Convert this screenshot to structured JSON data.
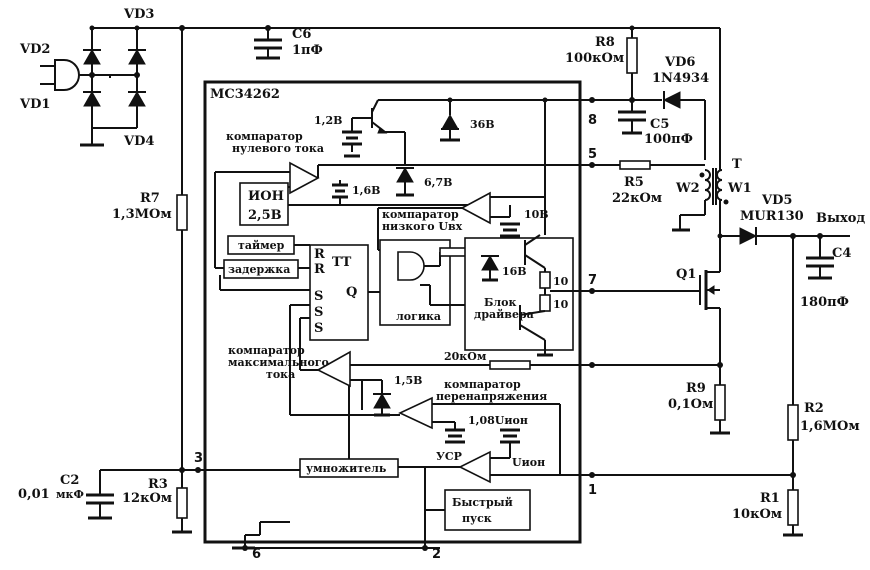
{
  "ic": {
    "name": "MC34262"
  },
  "pins": {
    "p1": "1",
    "p2": "2",
    "p3": "3",
    "p5": "5",
    "p6": "6",
    "p7": "7",
    "p8": "8"
  },
  "components": {
    "vd1": "VD1",
    "vd2": "VD2",
    "vd3": "VD3",
    "vd4": "VD4",
    "c6": "C6",
    "c6_val": "1пФ",
    "r8": "R8",
    "r8_val": "100кОм",
    "vd6": "VD6",
    "vd6_val": "1N4934",
    "c5": "C5",
    "c5_val": "100пФ",
    "r5": "R5",
    "r5_val": "22кОм",
    "t": "T",
    "w1": "W1",
    "w2": "W2",
    "vd5": "VD5",
    "vd5_val": "MUR130",
    "out": "Выход",
    "c4": "C4",
    "c4_val": "180пФ",
    "q1": "Q1",
    "r9": "R9",
    "r9_val": "0,1Ом",
    "r2": "R2",
    "r2_val": "1,6МОм",
    "r1": "R1",
    "r1_val": "10кОм",
    "r7": "R7",
    "r7_val": "1,3МОм",
    "r3": "R3",
    "r3_val": "12кОм",
    "c2": "C2",
    "c2_val1": "0,01",
    "c2_val2": "мкФ"
  },
  "internal": {
    "v12": "1,2В",
    "v36": "36В",
    "v67": "6,7В",
    "v16a": "1,6В",
    "v10": "10В",
    "v16b": "16В",
    "v15": "1,5В",
    "comp_zero_1": "компаратор",
    "comp_zero_2": "нулевого тока",
    "comp_low_1": "компаратор",
    "comp_low_2": "низкого Uвх",
    "comp_max_1": "компаратор",
    "comp_max_2": "максимального",
    "comp_max_3": "тока",
    "comp_ov_1": "компаратор",
    "comp_ov_2": "перенапряжения",
    "ion_1": "ИОН",
    "ion_2": "2,5В",
    "timer": "таймер",
    "delay": "задержка",
    "tt": "ТТ",
    "r_a": "R",
    "r_b": "R",
    "q": "Q",
    "s_a": "S",
    "s_b": "S",
    "s_c": "S",
    "logic": "логика",
    "driver_1": "Блок",
    "driver_2": "драйвера",
    "r10a": "10",
    "r10b": "10",
    "r20k": "20кОм",
    "v108": "1,08Uион",
    "usr": "УСР",
    "uion": "Uион",
    "mult": "умножитель",
    "fast_1": "Быстрый",
    "fast_2": "пуск"
  }
}
